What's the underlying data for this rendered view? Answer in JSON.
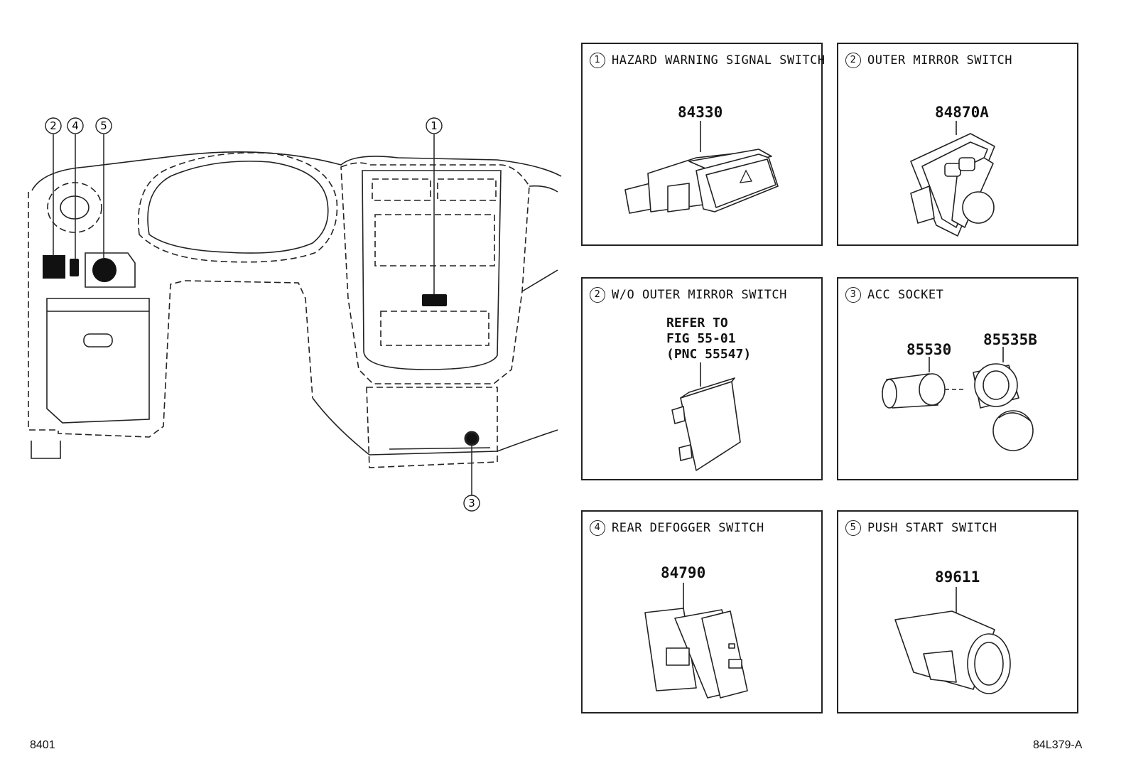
{
  "overview": {
    "callouts": [
      "2",
      "4",
      "5",
      "1",
      "3"
    ]
  },
  "panels": [
    {
      "num": "1",
      "title": "HAZARD WARNING SIGNAL SWITCH",
      "parts": [
        "84330"
      ]
    },
    {
      "num": "2",
      "title": "OUTER MIRROR SWITCH",
      "parts": [
        "84870A"
      ]
    },
    {
      "num": "2",
      "title": "W/O OUTER MIRROR SWITCH",
      "refer": "REFER TO\nFIG 55-01\n(PNC 55547)"
    },
    {
      "num": "3",
      "title": "ACC SOCKET",
      "parts": [
        "85530",
        "85535B"
      ]
    },
    {
      "num": "4",
      "title": "REAR DEFOGGER SWITCH",
      "parts": [
        "84790"
      ]
    },
    {
      "num": "5",
      "title": "PUSH START SWITCH",
      "parts": [
        "89611"
      ]
    }
  ],
  "footer": {
    "left": "8401",
    "right": "84L379-A"
  }
}
